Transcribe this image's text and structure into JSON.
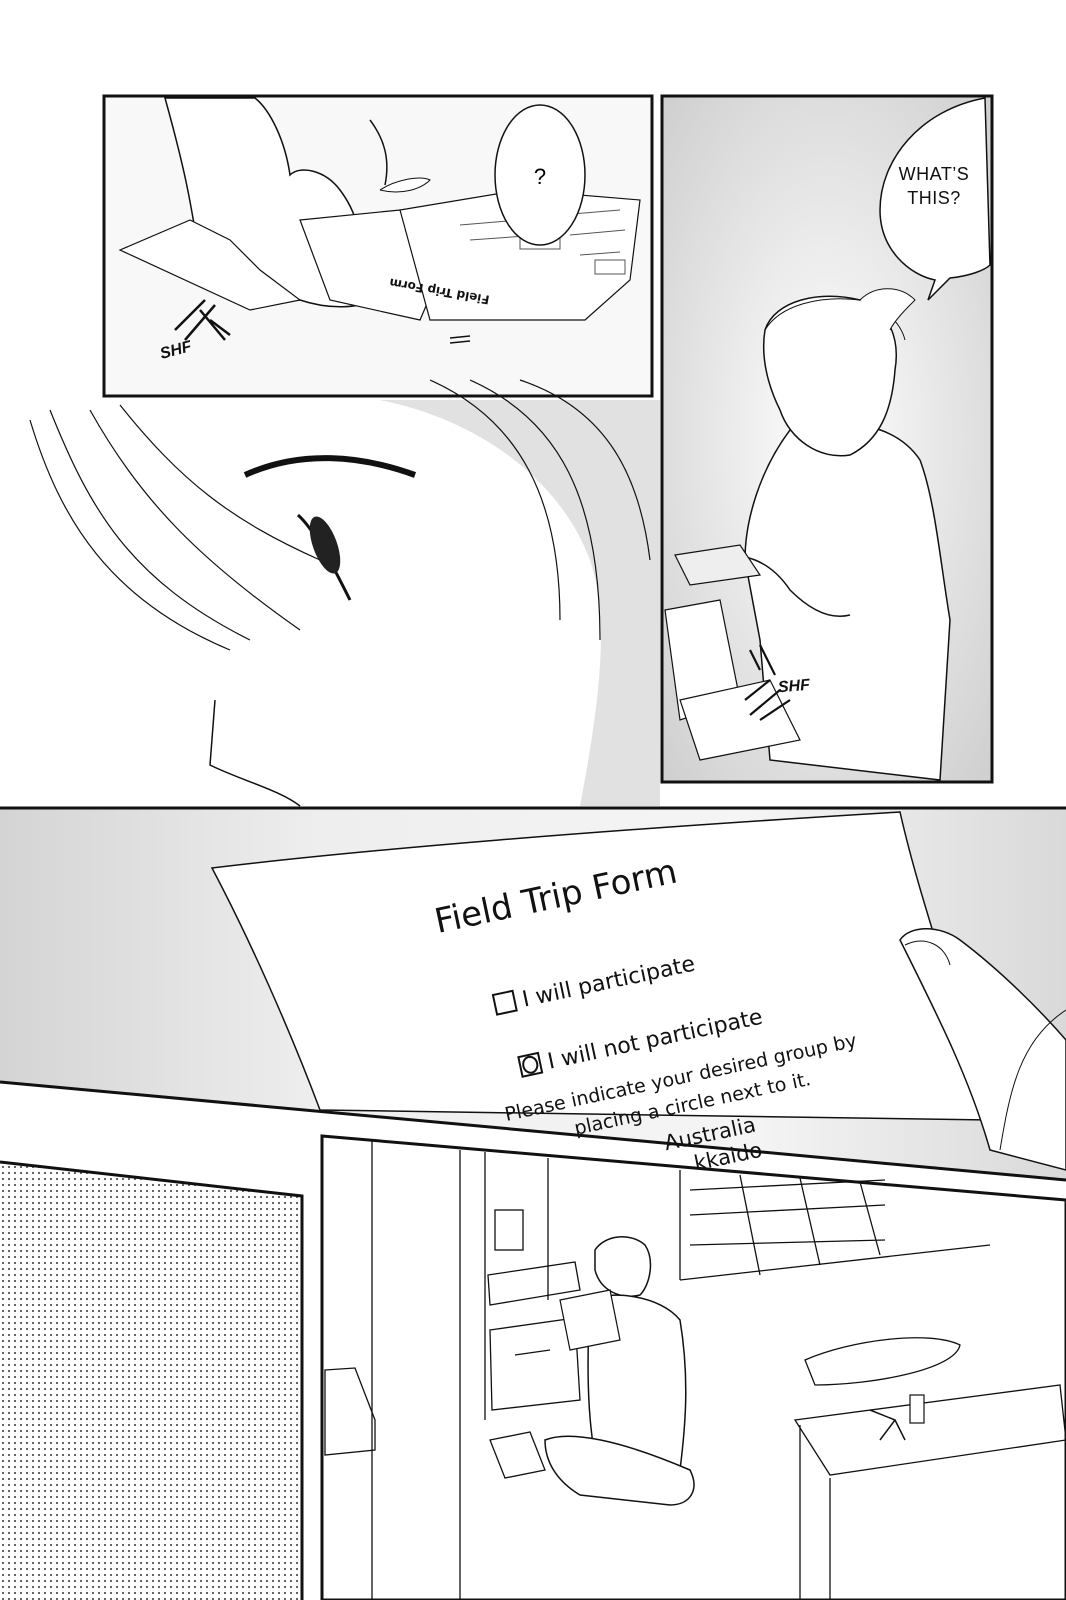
{
  "panel1": {
    "sfx": "SHF",
    "balloon": "?",
    "small_form_label": "Field Trip Form"
  },
  "panel2": {
    "balloon_lines": [
      "WHAT’S",
      "THIS?"
    ],
    "sfx": "SHF"
  },
  "form": {
    "title": "Field Trip Form",
    "option_1": "I will participate",
    "option_2": "I will not participate",
    "instruction_1": "Please indicate your desired group by",
    "instruction_2": "placing a circle next to it.",
    "group_1": "Australia",
    "group_2": "kkaido"
  }
}
